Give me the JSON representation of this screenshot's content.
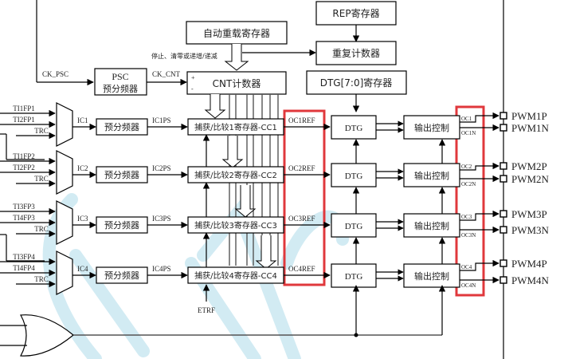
{
  "diagram": {
    "registers": {
      "auto_reload": "自动重载寄存器",
      "rep": "REP寄存器",
      "repeat_counter": "重复计数器",
      "dtg_reg": "DTG[7:0]寄存器",
      "cnt": "CNT计数器",
      "cnt_plus": "+",
      "cnt_minus": "-",
      "psc_line1": "PSC",
      "psc_line2": "预分频器",
      "control_note": "停止、清零或递增/递减"
    },
    "signals": {
      "ck_psc": "CK_PSC",
      "ck_cnt": "CK_CNT",
      "etrf": "ETRF"
    },
    "channels": [
      {
        "in1": "TI1FP1",
        "in2": "TI2FP1",
        "in3": "TRC",
        "ic": "IC1",
        "prescaler": "预分频器",
        "icps": "IC1PS",
        "cc": "捕获/比较1寄存器-CC1",
        "ocref": "OC1REF",
        "dtg": "DTG",
        "outctrl": "输出控制",
        "oc": "OC1",
        "ocn": "OC1N",
        "pwm_p": "PWM1P",
        "pwm_n": "PWM1N"
      },
      {
        "in1": "TI1FP2",
        "in2": "TI2FP2",
        "in3": "TRC",
        "ic": "IC2",
        "prescaler": "预分频器",
        "icps": "IC2PS",
        "cc": "捕获/比较2寄存器-CC2",
        "ocref": "OC2REF",
        "dtg": "DTG",
        "outctrl": "输出控制",
        "oc": "OC2",
        "ocn": "OC2N",
        "pwm_p": "PWM2P",
        "pwm_n": "PWM2N"
      },
      {
        "in1": "TI3FP3",
        "in2": "TI4FP3",
        "in3": "TRC",
        "ic": "IC3",
        "prescaler": "预分频器",
        "icps": "IC3PS",
        "cc": "捕获/比较3寄存器-CC3",
        "ocref": "OC3REF",
        "dtg": "DTG",
        "outctrl": "输出控制",
        "oc": "OC3",
        "ocn": "OC3N",
        "pwm_p": "PWM3P",
        "pwm_n": "PWM3N"
      },
      {
        "in1": "TI3FP4",
        "in2": "TI4FP4",
        "in3": "TRC",
        "ic": "IC4",
        "prescaler": "预分频器",
        "icps": "IC4PS",
        "cc": "捕获/比较4寄存器-CC4",
        "ocref": "OC4REF",
        "dtg": "DTG",
        "outctrl": "输出控制",
        "oc": "OC4",
        "ocn": "OC4N",
        "pwm_p": "PWM4P",
        "pwm_n": "PWM4N"
      }
    ],
    "colors": {
      "highlight": "#e0383c",
      "watermark": "#bfe3ee"
    }
  }
}
